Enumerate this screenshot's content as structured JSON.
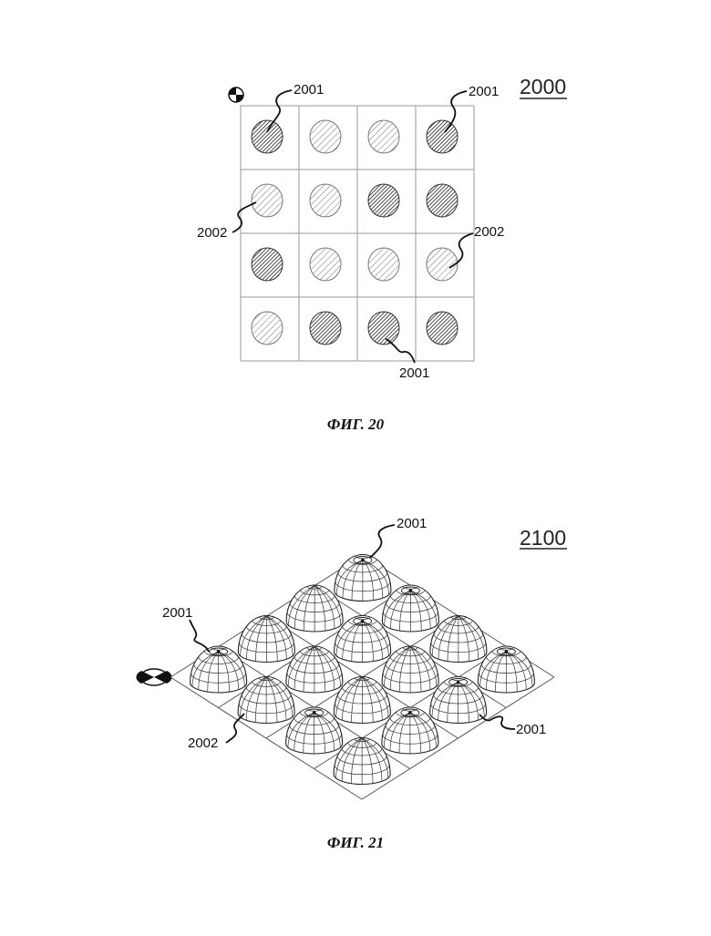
{
  "figure20": {
    "reference": "2000",
    "caption": "ФИГ. 20",
    "labels": {
      "top_left": "2001",
      "top_right": "2001",
      "left": "2002",
      "right": "2002",
      "bottom": "2001"
    },
    "pattern": [
      [
        "2001",
        "2002",
        "2002",
        "2001"
      ],
      [
        "2002",
        "2002",
        "2001",
        "2001"
      ],
      [
        "2001",
        "2002",
        "2002",
        "2002"
      ],
      [
        "2002",
        "2001",
        "2001",
        "2001"
      ]
    ],
    "colors": {
      "2001": "#333333",
      "2002": "#888888"
    }
  },
  "figure21": {
    "reference": "2100",
    "caption": "ФИГ. 21",
    "labels": {
      "top": "2001",
      "left": "2001",
      "bottom_left": "2002",
      "right": "2001"
    },
    "domes": [
      [
        "2001",
        "2002",
        "2001",
        "2002"
      ],
      [
        "2002",
        "2002",
        "2002",
        "2001"
      ],
      [
        "2002",
        "2001",
        "2002",
        "2001"
      ],
      [
        "2001",
        "2001",
        "2002",
        "2001"
      ]
    ]
  }
}
